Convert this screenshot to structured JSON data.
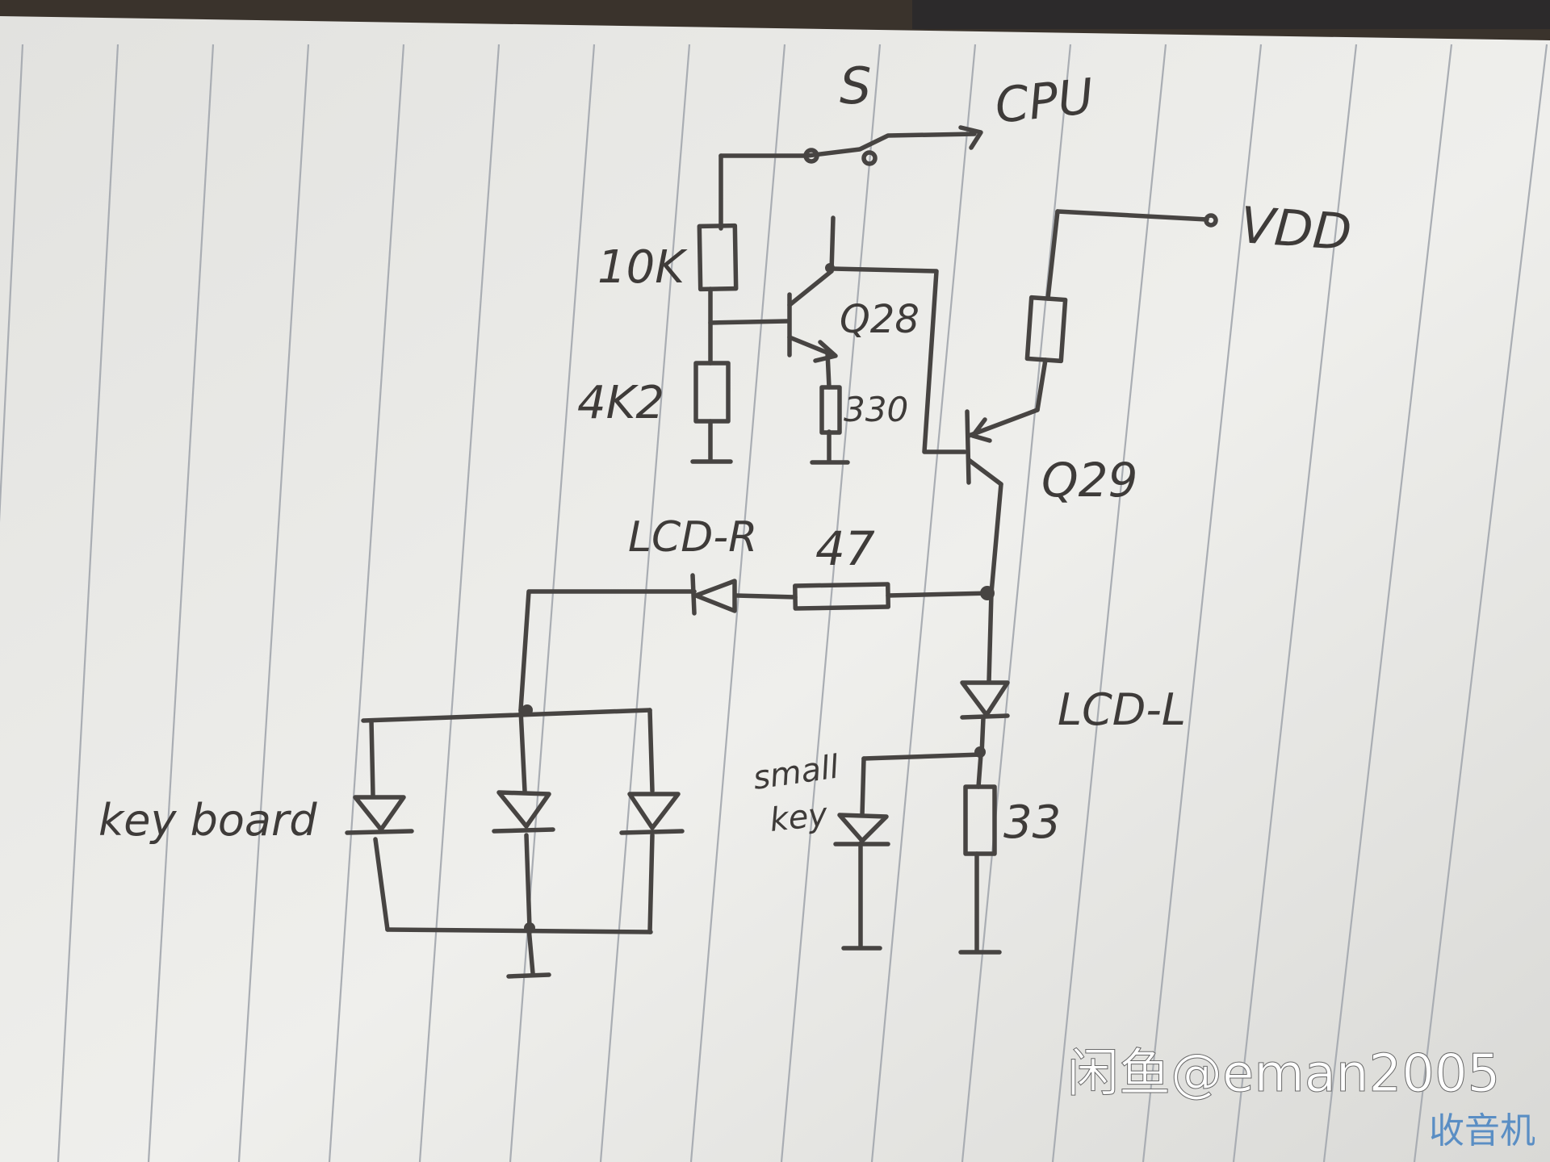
{
  "labels": {
    "switch": "S",
    "cpu": "CPU",
    "vdd": "VDD",
    "r_10k": "10K",
    "r_4k2": "4K2",
    "r_330": "330",
    "q28": "Q28",
    "q29": "Q29",
    "lcd_r": "LCD-R",
    "r_47": "47",
    "lcd_l": "LCD-L",
    "small_key_line1": "small",
    "small_key_line2": "key",
    "r_33": "33",
    "keyboard": "key board"
  },
  "watermark": {
    "text": "闲鱼@eman2005",
    "logo_text": "收音机"
  },
  "colors": {
    "ink": "#474442",
    "paper": "#ecece9",
    "rule_lines": "#a9adb3",
    "watermark": "#ffffff",
    "logo": "#5a8ec4"
  }
}
